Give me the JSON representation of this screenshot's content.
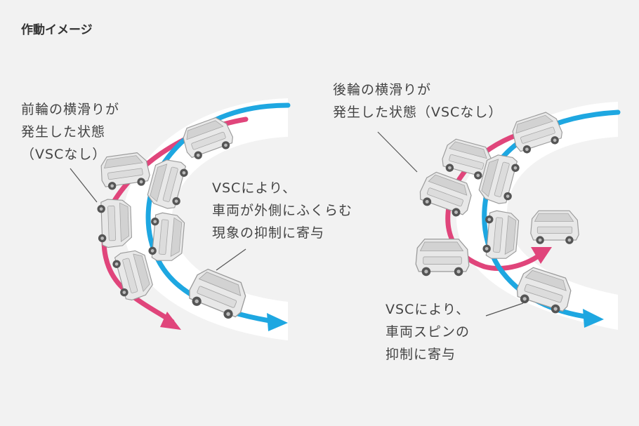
{
  "title": "作動イメージ",
  "left": {
    "without_vsc_label": "前輪の横滑りが\n発生した状態\n（VSCなし）",
    "with_vsc_label": "VSCにより、\n車両が外側にふくらむ\n現象の抑制に寄与"
  },
  "right": {
    "without_vsc_label": "後輪の横滑りが\n発生した状態（VSCなし）",
    "with_vsc_label": "VSCにより、\n車両スピンの\n抑制に寄与"
  },
  "colors": {
    "background": "#f2f2f2",
    "road": "#ffffff",
    "without_vsc_path": "#e0457b",
    "with_vsc_path": "#1ea7e1",
    "vehicle_fill": "#e6e6e6",
    "vehicle_stroke": "#9a9a9a",
    "leader_line": "#555555"
  },
  "icons": {
    "vehicle": "minivan-icon",
    "arrow": "arrowhead-icon"
  }
}
